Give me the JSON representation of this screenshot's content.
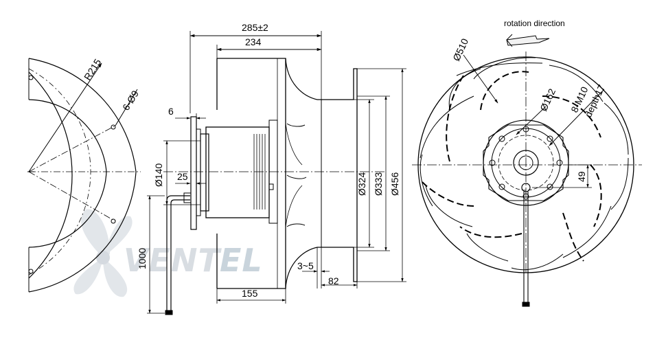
{
  "drawing": {
    "watermark": {
      "part1": "VENT",
      "part2": "EL"
    },
    "side_view": {
      "dim_overall": "285±2",
      "dim_inlet": "234",
      "dim_flange": "6",
      "dim_hub": "Ø140",
      "dim_offset": "25",
      "dim_cable": "1000",
      "dim_base": "155",
      "dim_gap": "3~5",
      "dim_rim": "82",
      "dim_d1": "Ø324",
      "dim_d2": "Ø333",
      "dim_d3": "Ø456"
    },
    "left_view": {
      "dim_radius": "R215",
      "dim_holes": "6-Ø9"
    },
    "front_view": {
      "rotation_label": "rotation direction",
      "dim_outer": "Ø510",
      "dim_hub": "Ø162",
      "dim_thread": "8-M10",
      "dim_depth": "depth17",
      "dim_offset": "49"
    }
  }
}
